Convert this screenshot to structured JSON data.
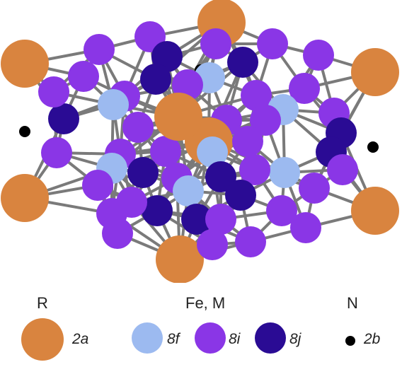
{
  "colors": {
    "R_2a": "#d9843f",
    "FeM_8f": "#9cbaf0",
    "FeM_8i": "#8a36e6",
    "FeM_8j": "#2a0b94",
    "N_2b": "#000000",
    "bond": "#7a7a7a"
  },
  "legend": {
    "groups": [
      {
        "title": "R"
      },
      {
        "title": "Fe, M"
      },
      {
        "title": "N"
      }
    ],
    "sites": [
      {
        "label": "2a",
        "species": "R",
        "color": "#d9843f"
      },
      {
        "label": "8f",
        "species": "Fe, M",
        "color": "#9cbaf0"
      },
      {
        "label": "8i",
        "species": "Fe, M",
        "color": "#8a36e6"
      },
      {
        "label": "8j",
        "species": "Fe, M",
        "color": "#2a0b94"
      },
      {
        "label": "2b",
        "species": "N",
        "color": "#000000"
      }
    ]
  }
}
